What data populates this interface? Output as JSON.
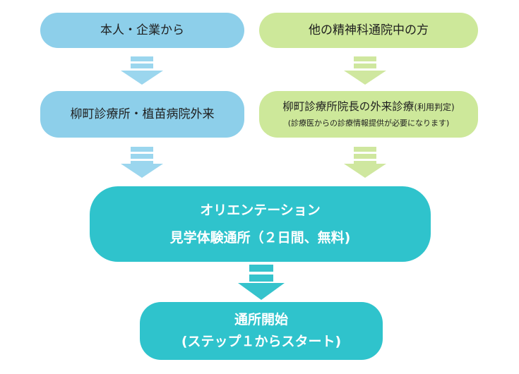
{
  "colors": {
    "blue_box": "#8dcfea",
    "green_box": "#cde89a",
    "teal_box": "#2fc3cc",
    "blue_arrow": "#9bd6ee",
    "green_arrow": "#cfe79f",
    "teal_arrow": "#35c3cc"
  },
  "flow": {
    "left_start": "本人・企業から",
    "right_start": "他の精神科通院中の方",
    "left_second": "柳町診療所・植苗病院外来",
    "right_second_main": "柳町診療所院長の外来診療",
    "right_second_note": "(利用判定)",
    "right_second_sub": "(診療医からの診療情報提供が必要になります)",
    "center_line1": "オリエンテーション",
    "center_line2": "見学体験通所（２日間、無料)",
    "final_line1": "通所開始",
    "final_line2": "(ステップ１からスタート)"
  }
}
